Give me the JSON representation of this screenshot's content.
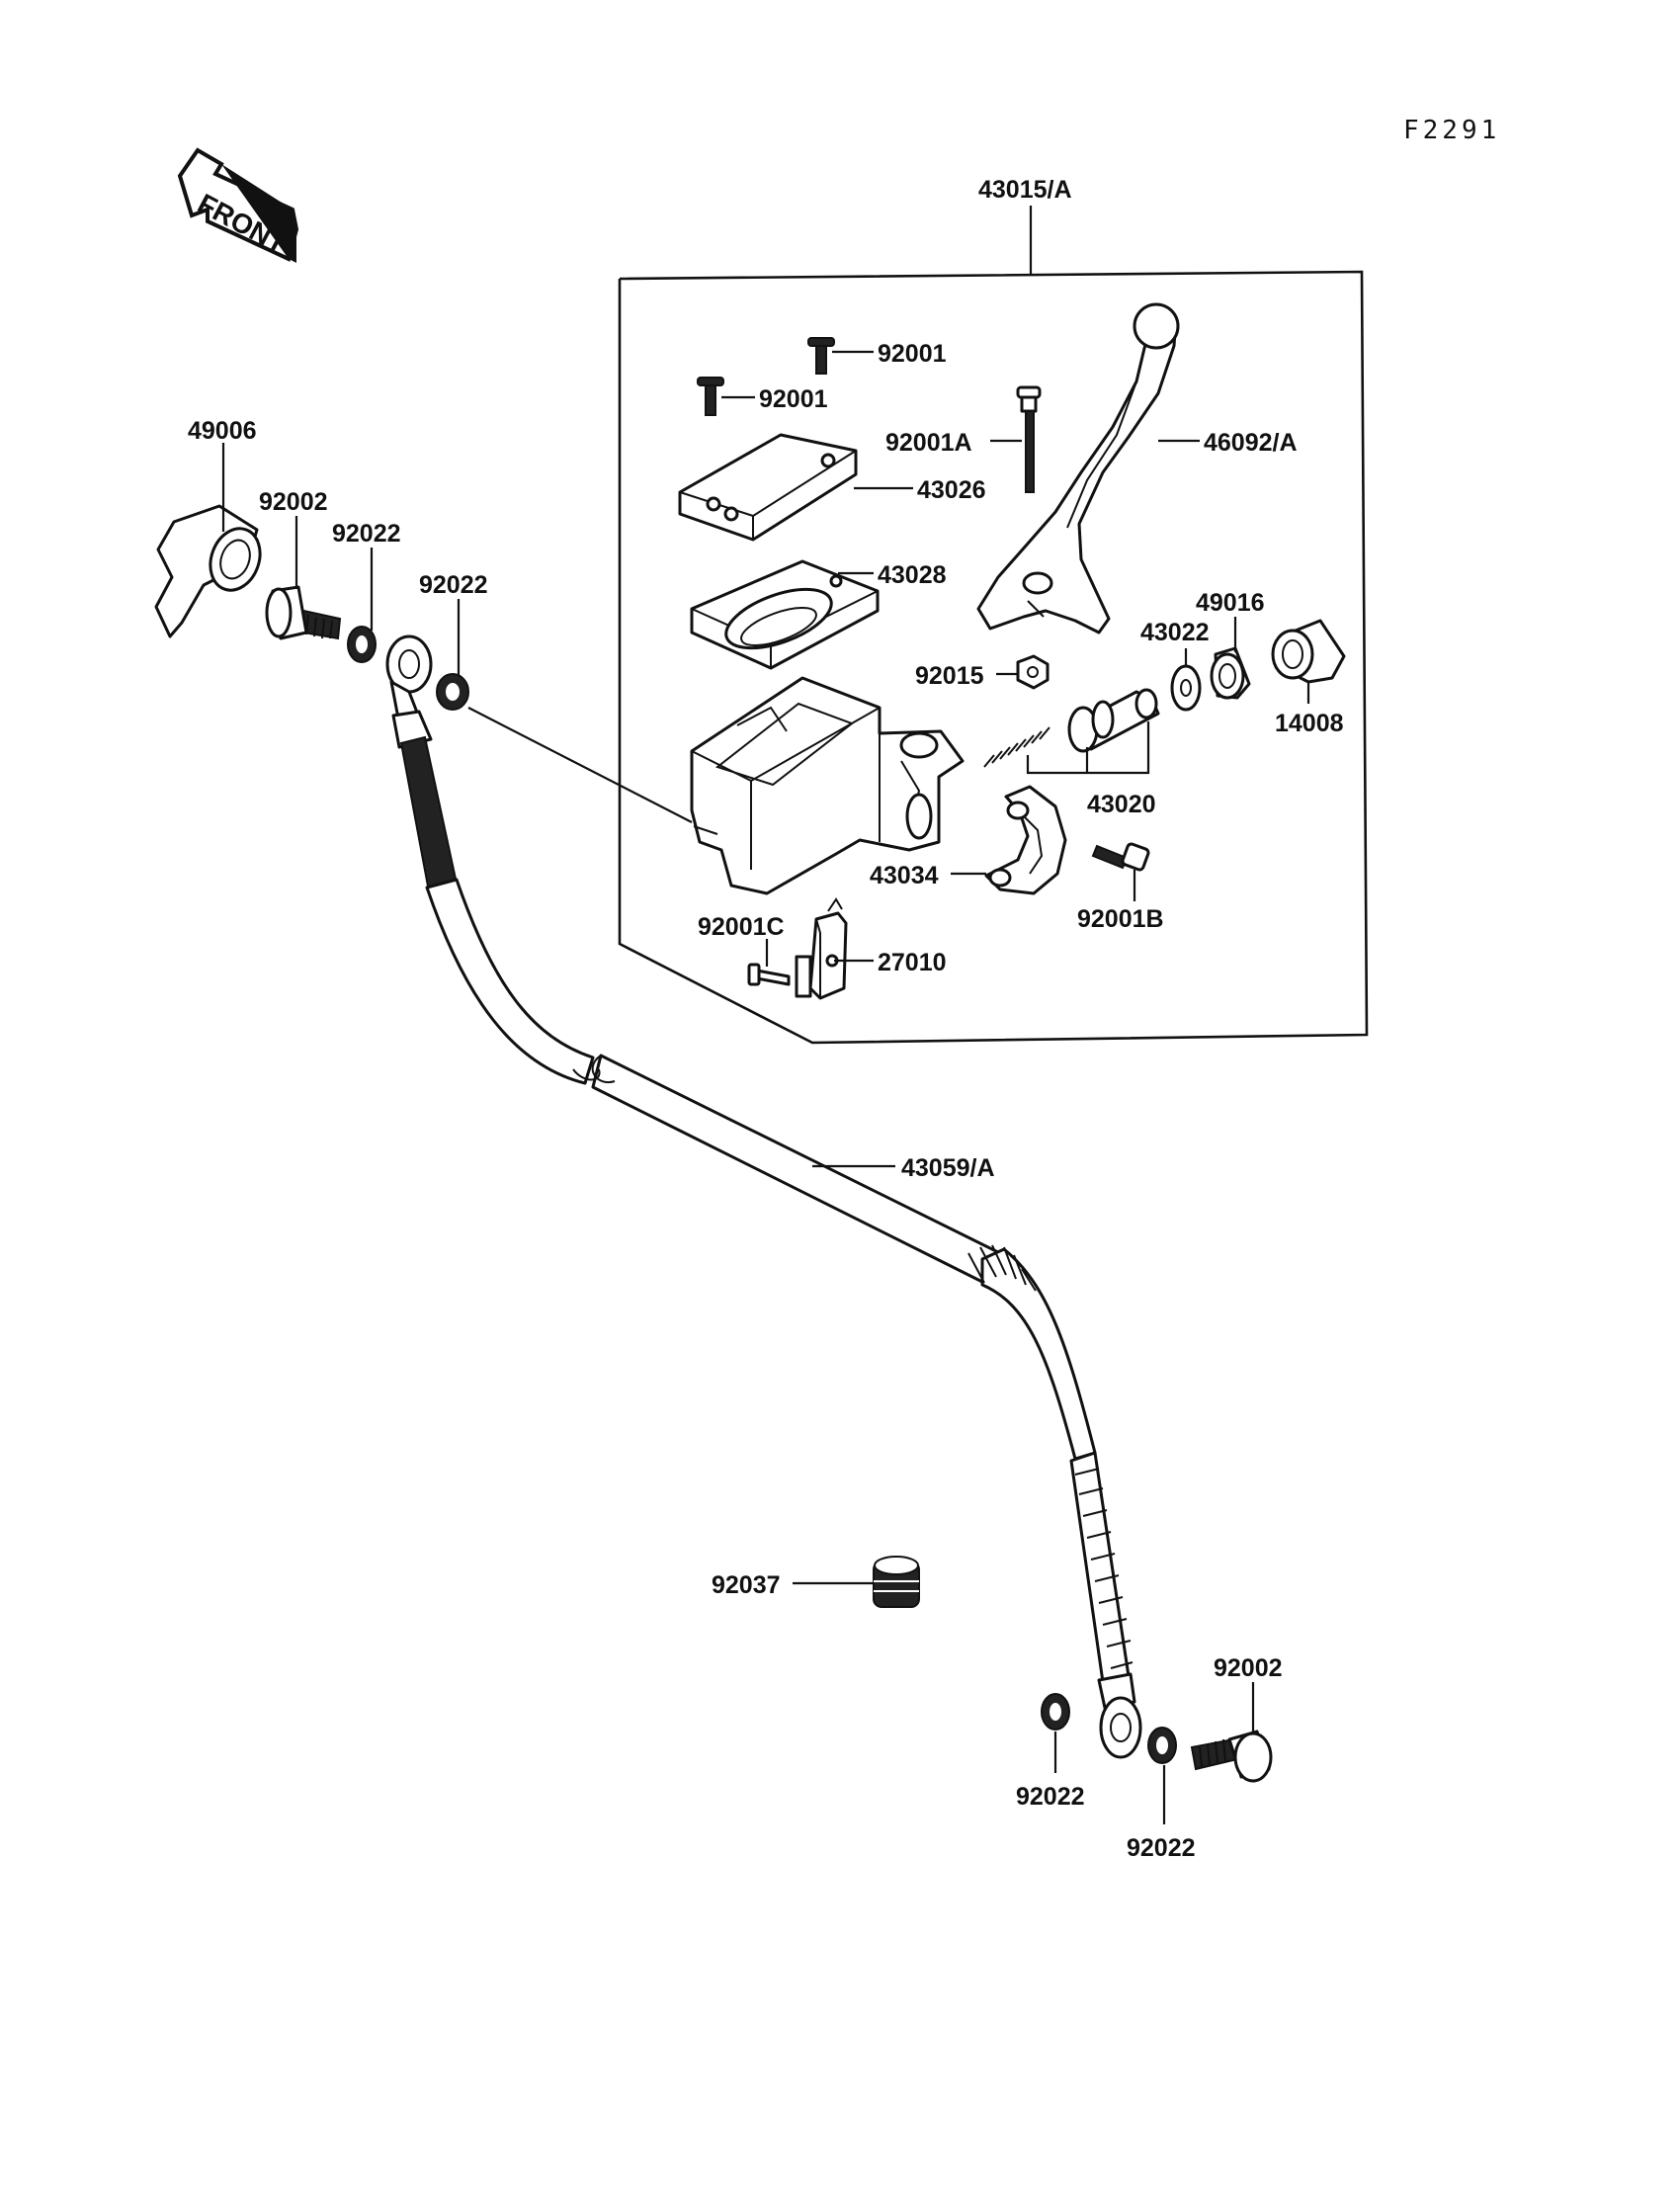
{
  "figure_code": "F2291",
  "front_arrow_text": "FRONT",
  "labels": {
    "assembly": "43015/A",
    "screw_top": "92001",
    "screw_left": "92001",
    "screw_a": "92001A",
    "lever": "46092/A",
    "cap": "43026",
    "diaphragm": "43028",
    "nut": "92015",
    "washer": "43022",
    "bushing": "49016",
    "cover": "14008",
    "piston": "43020",
    "holder": "43034",
    "bolt_b": "92001B",
    "screw_c": "92001C",
    "switch": "27010",
    "hose": "43059/A",
    "bolt_cap": "49006",
    "banjo_bolt_top": "92002",
    "gasket_top_left": "92022",
    "gasket_top_right": "92022",
    "grommet": "92037",
    "banjo_bolt_bottom": "92002",
    "gasket_bottom_left": "92022",
    "gasket_bottom_right": "92022"
  }
}
